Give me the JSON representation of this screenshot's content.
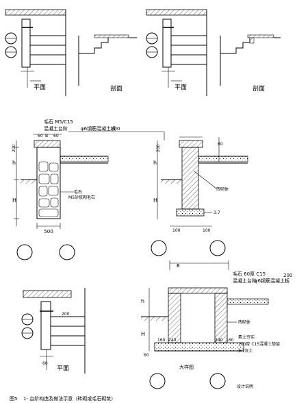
{
  "view_labels": {
    "plan_1": "平面",
    "section_1": "剖面",
    "plan_2": "平面",
    "section_2": "剖面",
    "plan_3": "平面"
  },
  "detail_a": {
    "material": "毛石 M5/C15",
    "top_layer": "混凝土台阶",
    "rebar_note": "φ6钢筋混凝土板",
    "dim_top_1": "60",
    "dim_top_2": "B",
    "dim_top_3": "60",
    "dim_top_right": "200",
    "dim_h_top": "200",
    "dim_h": "h",
    "dim_H": "H",
    "dim_base": "500",
    "note_stone": "毛石",
    "note_mortar": "M5砂浆砌毛石"
  },
  "detail_b": {
    "dim_h_top": "200",
    "dim_h": "h",
    "dim_H": "H",
    "dim_60": "60",
    "dim_100_left": "100",
    "dim_100_right": "100",
    "note_wall": "砖砌体",
    "note_base": "3:7"
  },
  "detail_c": {
    "dim_B": "B",
    "material": "毛石 60厚 C15",
    "top_layer": "混凝土台阶",
    "rebar_note": "φ6钢筋混凝土板",
    "dim_top_right": "200",
    "dim_h": "h",
    "dim_H": "H",
    "dim_240_1": "240",
    "dim_160_1": "160",
    "dim_240_2": "240",
    "dim_160_2": "160",
    "dim_60": "60",
    "note_wall": "砖砌体",
    "note_base_1": "素土夯实",
    "note_base_2": "100厚 C15混凝土垫层",
    "note_base_3": "3:7灰土"
  },
  "plan_3_dims": {
    "dim_1": "200",
    "dim_2": "60"
  },
  "caption": {
    "figure_no": "图5",
    "text": "1- 台阶构造及做法示意（砖砌或毛石砌筑）",
    "right_label": "大样图",
    "sheet_note": "设计说明"
  }
}
